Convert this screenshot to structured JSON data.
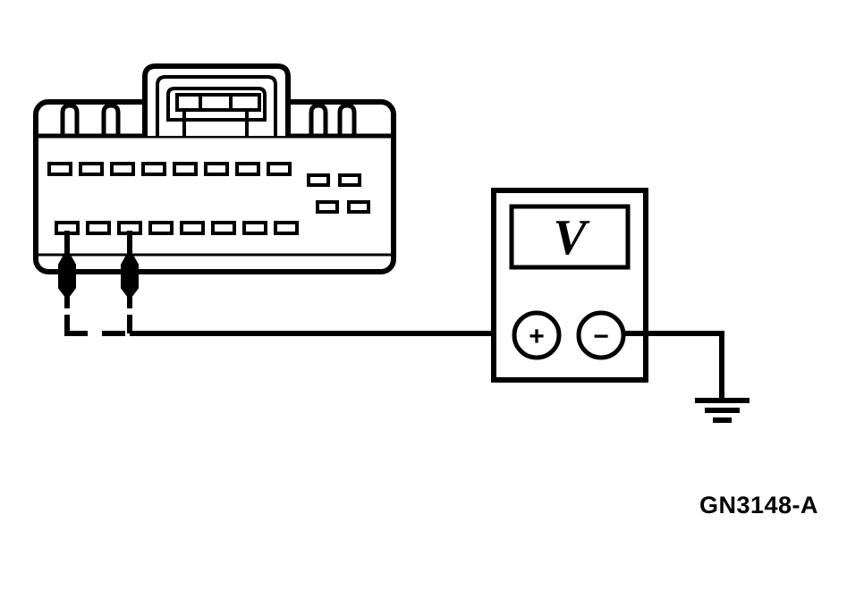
{
  "figure": {
    "label": "GN3148-A",
    "title": "Connector voltage measurement with voltmeter",
    "background_color": "#ffffff",
    "line_color": "#000000"
  },
  "connector": {
    "name": "electrical-connector",
    "latch": {
      "name": "connector-latch",
      "inner_segments": 3
    },
    "top_row": {
      "label": "top-cavity-row",
      "count": 8
    },
    "bottom_row": {
      "label": "bottom-cavity-row",
      "count": 8,
      "probed_cavities": [
        1,
        3
      ]
    },
    "side_cluster": {
      "label": "small-cavity-cluster",
      "rows": 2,
      "columns": 2,
      "count": 4
    },
    "ribs": {
      "label": "connector-rib",
      "left_count": 2,
      "right_count": 2
    }
  },
  "probes": [
    {
      "label": "test-probe-1",
      "cavity": 1
    },
    {
      "label": "test-probe-2",
      "cavity": 3
    }
  ],
  "wiring": {
    "positive_lead": {
      "label": "positive-test-lead",
      "style": "dashed-to-solid"
    },
    "negative_lead": {
      "label": "negative-ground-lead",
      "style": "solid"
    }
  },
  "meter": {
    "name": "voltmeter",
    "display_value": "V",
    "display_label": "meter-display",
    "terminals": [
      {
        "id": "positive",
        "sign": "+",
        "label": "positive-terminal"
      },
      {
        "id": "negative",
        "sign": "−",
        "label": "negative-terminal"
      }
    ]
  },
  "ground": {
    "name": "chassis-ground",
    "bars": 3
  }
}
